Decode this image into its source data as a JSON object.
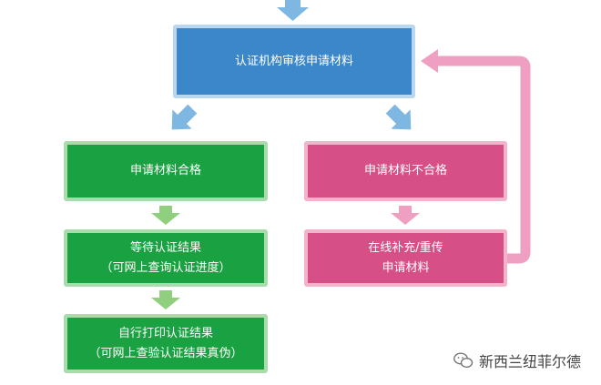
{
  "flowchart": {
    "review": "认证机构审核申请材料",
    "qualified": "申请材料合格",
    "unqualified": "申请材料不合格",
    "wait_line1": "等待认证结果",
    "wait_line2": "（可网上查询认证进度）",
    "print_line1": "自行打印认证结果",
    "print_line2": "（可网上查验认证结果真伪）",
    "resubmit_line1": "在线补充/重传",
    "resubmit_line2": "申请材料"
  },
  "watermark": {
    "text": "新西兰纽菲尔德",
    "icon": "wechat-icon"
  },
  "colors": {
    "blue": "#3b87c9",
    "blue_border": "#b9d8f0",
    "green": "#1aa242",
    "green_border": "#a9dbad",
    "pink": "#d64f86",
    "pink_border": "#f2b3cb",
    "arrow_blue": "#7fb7e3",
    "arrow_green": "#8fcf7d",
    "arrow_pink": "#ef9fc1"
  }
}
